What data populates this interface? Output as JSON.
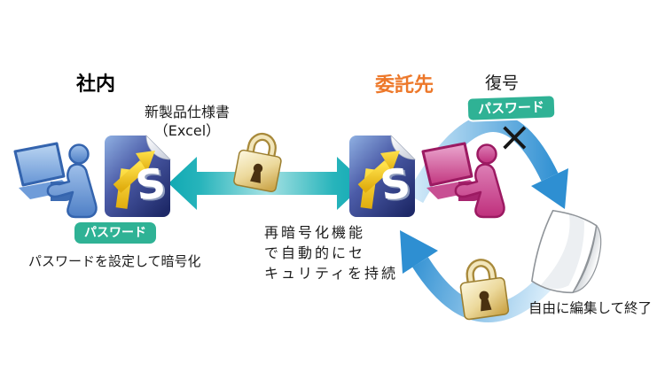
{
  "diagram": {
    "left": {
      "heading": "社内",
      "file_label": [
        "新製品仕様書",
        "（Excel）"
      ],
      "password_badge": "パスワード",
      "caption": "パスワードを設定して暗号化"
    },
    "right": {
      "heading": "委託先",
      "decrypt_label": "復号",
      "password_badge": "パスワード",
      "x_mark": "×",
      "reencrypt_caption": [
        "再暗号化機能",
        "で自動的にセ",
        "キュリティを持続"
      ],
      "edit_caption": "自由に編集して終了"
    },
    "logo_letter": "S"
  },
  "icons": {
    "employee-at-laptop-icon": "blue person silhouette working at laptop",
    "contractor-at-laptop-icon": "pink person silhouette working at laptop",
    "ts-encrypted-document-icon": "blue document with folded corner, yellow T-arrow and white S logo",
    "plain-document-icon": "white sheet with curled corner",
    "gold-padlock-icon": "gold padlock",
    "transfer-arrow-icon": "teal double-headed arrow",
    "cycle-arrow-icon": "blue circular cycle arrows"
  },
  "colors": {
    "badge_green": "#2fb295",
    "heading_orange": "#ed782a",
    "arrow_teal": "#12acb5",
    "cycle_blue": "#2e8fd2",
    "document_navy": "#1e2968",
    "logo_yellow": "#fcd22d",
    "person_blue": "#4e7fc6",
    "person_pink": "#c23580",
    "padlock_gold": "#d2ab52",
    "text_black": "#1b1b1b"
  }
}
